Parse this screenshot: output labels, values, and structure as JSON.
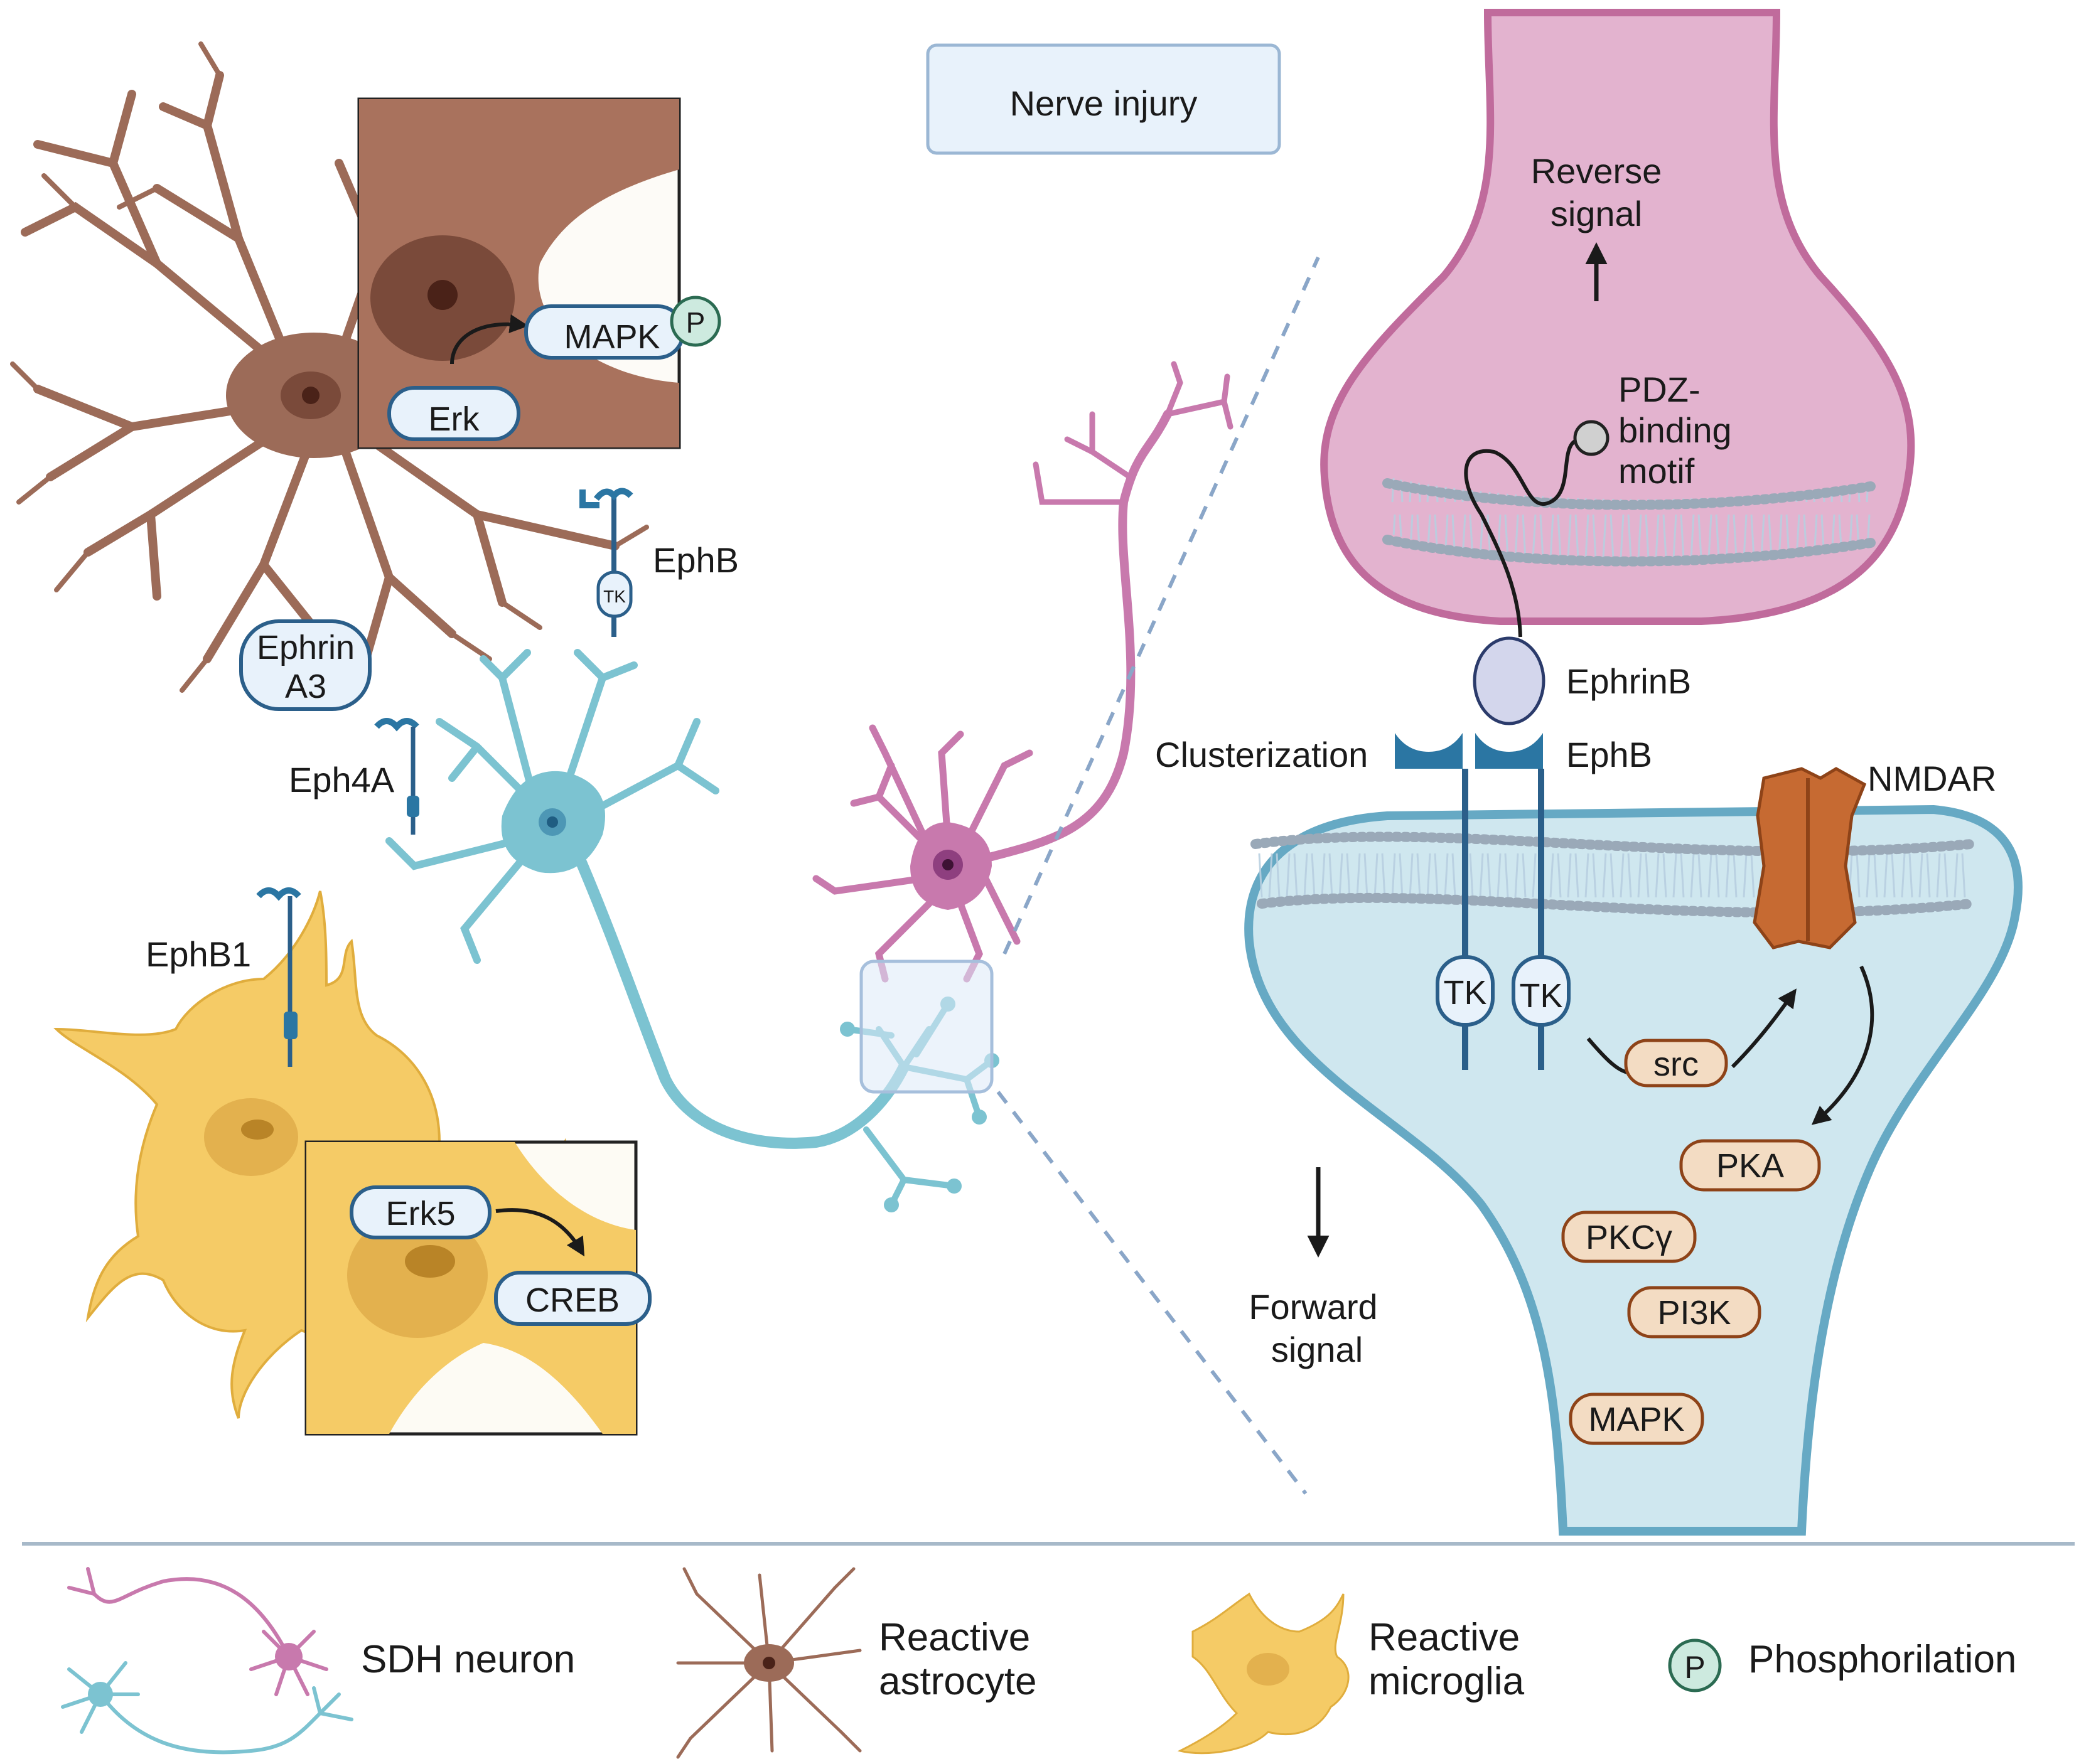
{
  "header": {
    "nerve_injury": "Nerve injury"
  },
  "astrocyte_inset": {
    "mapk": "MAPK",
    "erk": "Erk",
    "p": "P"
  },
  "microglia_inset": {
    "erk5": "Erk5",
    "creb": "CREB"
  },
  "receptors": {
    "ephb_astro": "EphB",
    "ephb_tk": "TK",
    "ephrin_a3_line1": "Ephrin",
    "ephrin_a3_line2": "A3",
    "eph4a": "Eph4A",
    "ephb1": "EphB1"
  },
  "synapse": {
    "reverse_line1": "Reverse",
    "reverse_line2": "signal",
    "pdz_line1": "PDZ-",
    "pdz_line2": "binding",
    "pdz_line3": "motif",
    "ephrinb": "EphrinB",
    "clusterization": "Clusterization",
    "ephb": "EphB",
    "nmdar": "NMDAR",
    "tk1": "TK",
    "tk2": "TK",
    "src": "src",
    "pka": "PKA",
    "pkcy": "PKCγ",
    "pi3k": "PI3K",
    "mapk": "MAPK",
    "forward_line1": "Forward",
    "forward_line2": "signal"
  },
  "legend": {
    "sdh_neuron": "SDH neuron",
    "reactive_astrocyte_line1": "Reactive",
    "reactive_astrocyte_line2": "astrocyte",
    "reactive_microglia_line1": "Reactive",
    "reactive_microglia_line2": "microglia",
    "phosphorilation": "Phosphorilation",
    "p": "P"
  },
  "colors": {
    "astrocyte": "#9c6b58",
    "microglia": "#f5cb66",
    "neuron_cyan": "#7cc3d1",
    "neuron_pink": "#c879ad",
    "presynapse": "#e3b3cf",
    "postsynapse": "#cfe7ef",
    "receptor": "#2b76a3",
    "kinase": "#f3dcc3",
    "nmdar": "#c66a32"
  }
}
